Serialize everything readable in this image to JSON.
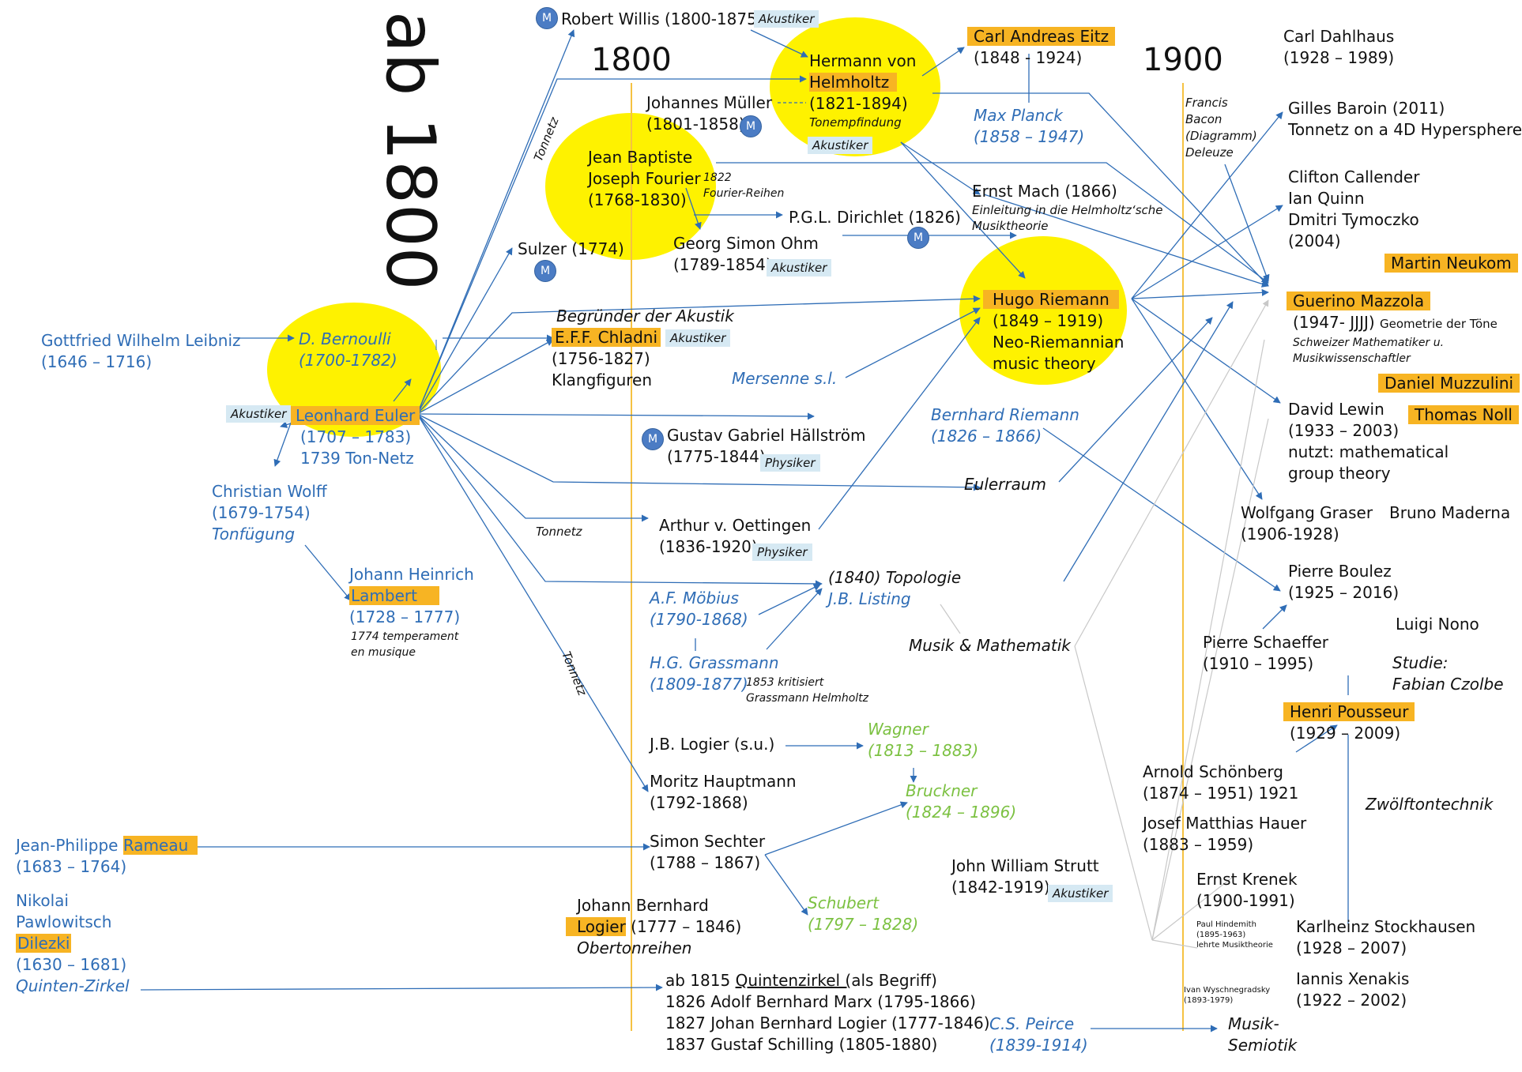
{
  "title": "ab 1800",
  "year_markers": {
    "y1800": "1800",
    "y1900": "1900"
  },
  "colors": {
    "highlight": "#f7b423",
    "circle": "#fef200",
    "link": "#2f6db6",
    "blue_text": "#2f6db6",
    "green_text": "#7cc142",
    "badge": "#d6e9f3",
    "timeline": "#f5c242"
  },
  "badges": {
    "akustiker": "Akustiker",
    "physiker": "Physiker",
    "m": "M"
  },
  "edge_labels": {
    "tonnetz": "Tonnetz"
  },
  "nodes": {
    "leibniz": [
      "Gottfried Wilhelm Leibniz",
      "(1646 – 1716)"
    ],
    "bernoulli": [
      "D. Bernoulli",
      "(1700-1782)"
    ],
    "euler": [
      "Leonhard Euler",
      "(1707 – 1783)",
      "1739 Ton-Netz"
    ],
    "wolff": [
      "Christian Wolff",
      "(1679-1754)",
      "Tonfügung"
    ],
    "lambert": [
      "Johann Heinrich",
      "Lambert",
      "(1728 – 1777)"
    ],
    "lambert_note": [
      "1774 temperament",
      "en musique"
    ],
    "rameau": [
      "Jean-Philippe ",
      "Rameau",
      "(1683 – 1764)"
    ],
    "dilezki": [
      "Nikolai",
      "Pawlowitsch",
      "Dilezki",
      "(1630 – 1681)",
      "Quinten-Zirkel"
    ],
    "willis": "Robert Willis (1800-1875)",
    "sulzer": "Sulzer (1774)",
    "chladni": [
      "Begründer der Akustik",
      "E.F.F. Chladni",
      "(1756-1827)",
      "Klangfiguren"
    ],
    "fourier": [
      "Jean Baptiste",
      "Joseph Fourier",
      "(1768-1830)"
    ],
    "fourier_note": [
      "1822",
      "Fourier-Reihen"
    ],
    "mueller": [
      "Johannes Müller",
      "(1801-1858)"
    ],
    "helmholtz": [
      "Hermann von",
      "Helmholtz",
      "(1821-1894)",
      "Tonempfindung"
    ],
    "ohm": [
      "Georg Simon Ohm",
      "(1789-1854)"
    ],
    "dirichlet": "P.G.L. Dirichlet (1826)",
    "eitz": [
      "Carl Andreas Eitz",
      "(1848 - 1924)"
    ],
    "planck": [
      "Max Planck",
      "(1858 – 1947)"
    ],
    "mach": [
      "Ernst Mach (1866)",
      "Einleitung in die Helmholtz‘sche",
      "Musiktheorie"
    ],
    "riemann": [
      "Hugo Riemann",
      "(1849 – 1919)",
      "Neo-Riemannian",
      "music theory"
    ],
    "mersenne": "Mersenne s.l.",
    "b_riemann": [
      "Bernhard Riemann",
      "(1826 – 1866)"
    ],
    "hallstroem": [
      "Gustav Gabriel Hällström",
      "(1775-1844)"
    ],
    "eulerraum": "Eulerraum",
    "oettingen": [
      "Arthur v. Oettingen",
      "(1836-1920)"
    ],
    "topologie": [
      "(1840) Topologie",
      "J.B. Listing"
    ],
    "moebius": [
      "A.F. Möbius",
      "(1790-1868)"
    ],
    "grassmann": [
      "H.G. Grassmann",
      "(1809-1877)"
    ],
    "grassmann_note": [
      "1853 kritisiert",
      "Grassmann Helmholtz"
    ],
    "musikmath": "Musik & Mathematik",
    "logier_su": "J.B. Logier (s.u.)",
    "wagner": [
      "Wagner",
      "(1813 – 1883)"
    ],
    "hauptmann": [
      "Moritz Hauptmann",
      "(1792-1868)"
    ],
    "bruckner": [
      "Bruckner",
      "(1824 – 1896)"
    ],
    "sechter": [
      "Simon Sechter",
      "(1788 – 1867)"
    ],
    "strutt": [
      "John William Strutt",
      "(1842-1919)"
    ],
    "schubert": [
      "Schubert",
      "(1797 – 1828)"
    ],
    "logier": [
      "Johann Bernhard",
      "Logier",
      "(1777 – 1846)",
      "Obertonreihen"
    ],
    "quinten": [
      "ab 1815 ",
      "Quintenzirkel (",
      "als Begriff)",
      "1826 Adolf Bernhard Marx (1795-1866)",
      "1827 Johan Bernhard Logier (1777-1846)",
      "1837 Gustaf Schilling (1805-1880)"
    ],
    "peirce": [
      "C.S. Peirce",
      "(1839-1914)"
    ],
    "semiotik": [
      "Musik-",
      "Semiotik"
    ],
    "bacon": [
      "Francis",
      "Bacon",
      "(Diagramm)",
      "Deleuze"
    ],
    "dahlhaus": [
      "Carl Dahlhaus",
      "(1928 – 1989)"
    ],
    "baroin": [
      "Gilles Baroin (2011)",
      "Tonnetz on a 4D Hypersphere"
    ],
    "callender": [
      "Clifton Callender",
      "Ian Quinn",
      "Dmitri Tymoczko",
      "(2004)"
    ],
    "neukom": "Martin Neukom",
    "mazzola": [
      "Guerino Mazzola",
      "(1947- JJJJ)",
      "Geometrie der Töne",
      "Schweizer Mathematiker u.",
      "Musikwissenschaftler"
    ],
    "muzzulini": "Daniel Muzzulini",
    "noll": "Thomas Noll",
    "lewin": [
      "David Lewin",
      "(1933 – 2003)",
      "nutzt: mathematical",
      "group theory"
    ],
    "graser": [
      "Wolfgang Graser",
      "(1906-1928)"
    ],
    "maderna": "Bruno Maderna",
    "boulez": [
      "Pierre Boulez",
      "(1925 – 2016)"
    ],
    "nono": "Luigi Nono",
    "schaeffer": [
      "Pierre Schaeffer",
      "(1910 – 1995)"
    ],
    "studie": [
      "Studie:",
      "Fabian Czolbe"
    ],
    "pousseur": [
      "Henri Pousseur",
      "(1929 – 2009)"
    ],
    "schoenberg": [
      "Arnold Schönberg",
      "(1874 – 1951)  1921"
    ],
    "hauer": [
      "Josef Matthias Hauer",
      "(1883 – 1959)"
    ],
    "zwoelfton": "Zwölftontechnik",
    "krenek": [
      "Ernst Krenek",
      "(1900-1991)"
    ],
    "hindemith": [
      "Paul Hindemith",
      "(1895-1963)",
      "lehrte Musiktheorie"
    ],
    "stockhausen": [
      "Karlheinz Stockhausen",
      "(1928 – 2007)"
    ],
    "xenakis": [
      "Iannis Xenakis",
      "(1922 – 2002)"
    ],
    "wyschnegradsky": [
      "Ivan Wyschnegradsky",
      "(1893-1979)"
    ]
  }
}
